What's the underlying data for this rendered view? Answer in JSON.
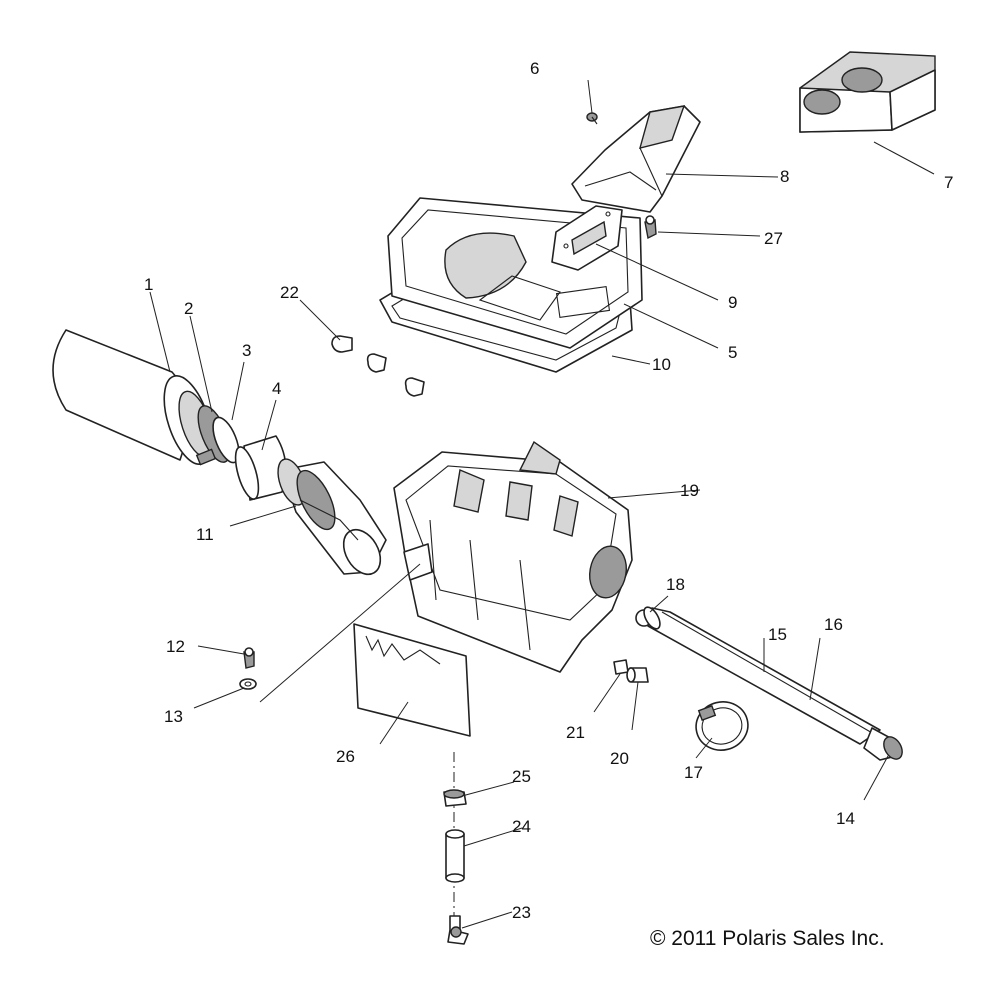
{
  "copyright": "© 2011 Polaris Sales Inc.",
  "callouts": [
    {
      "id": "c1",
      "label": "1"
    },
    {
      "id": "c2",
      "label": "2"
    },
    {
      "id": "c3",
      "label": "3"
    },
    {
      "id": "c4",
      "label": "4"
    },
    {
      "id": "c5",
      "label": "5"
    },
    {
      "id": "c6",
      "label": "6"
    },
    {
      "id": "c7",
      "label": "7"
    },
    {
      "id": "c8",
      "label": "8"
    },
    {
      "id": "c9",
      "label": "9"
    },
    {
      "id": "c10",
      "label": "10"
    },
    {
      "id": "c11",
      "label": "11"
    },
    {
      "id": "c12",
      "label": "12"
    },
    {
      "id": "c13",
      "label": "13"
    },
    {
      "id": "c14",
      "label": "14"
    },
    {
      "id": "c15",
      "label": "15"
    },
    {
      "id": "c16",
      "label": "16"
    },
    {
      "id": "c17",
      "label": "17"
    },
    {
      "id": "c18",
      "label": "18"
    },
    {
      "id": "c19",
      "label": "19"
    },
    {
      "id": "c20",
      "label": "20"
    },
    {
      "id": "c21",
      "label": "21"
    },
    {
      "id": "c22",
      "label": "22"
    },
    {
      "id": "c23",
      "label": "23"
    },
    {
      "id": "c24",
      "label": "24"
    },
    {
      "id": "c25",
      "label": "25"
    },
    {
      "id": "c26",
      "label": "26"
    },
    {
      "id": "c27",
      "label": "27"
    }
  ]
}
